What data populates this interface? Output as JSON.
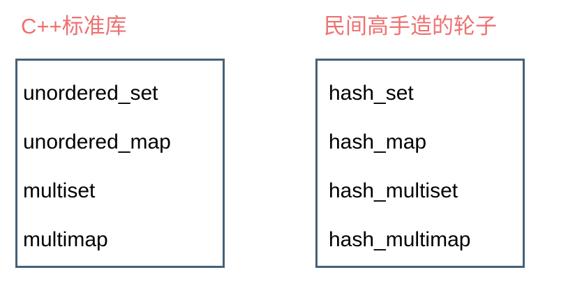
{
  "columns": [
    {
      "title": "C++标准库",
      "title_color": "#ee7171",
      "box_border_color": "#456178",
      "items": [
        "unordered_set",
        "unordered_map",
        "multiset",
        "multimap"
      ]
    },
    {
      "title": "民间高手造的轮子",
      "title_color": "#ee7171",
      "box_border_color": "#456178",
      "items": [
        "hash_set",
        "hash_map",
        "hash_multiset",
        "hash_multimap"
      ]
    }
  ],
  "background_color": "#ffffff",
  "text_color": "#000000"
}
